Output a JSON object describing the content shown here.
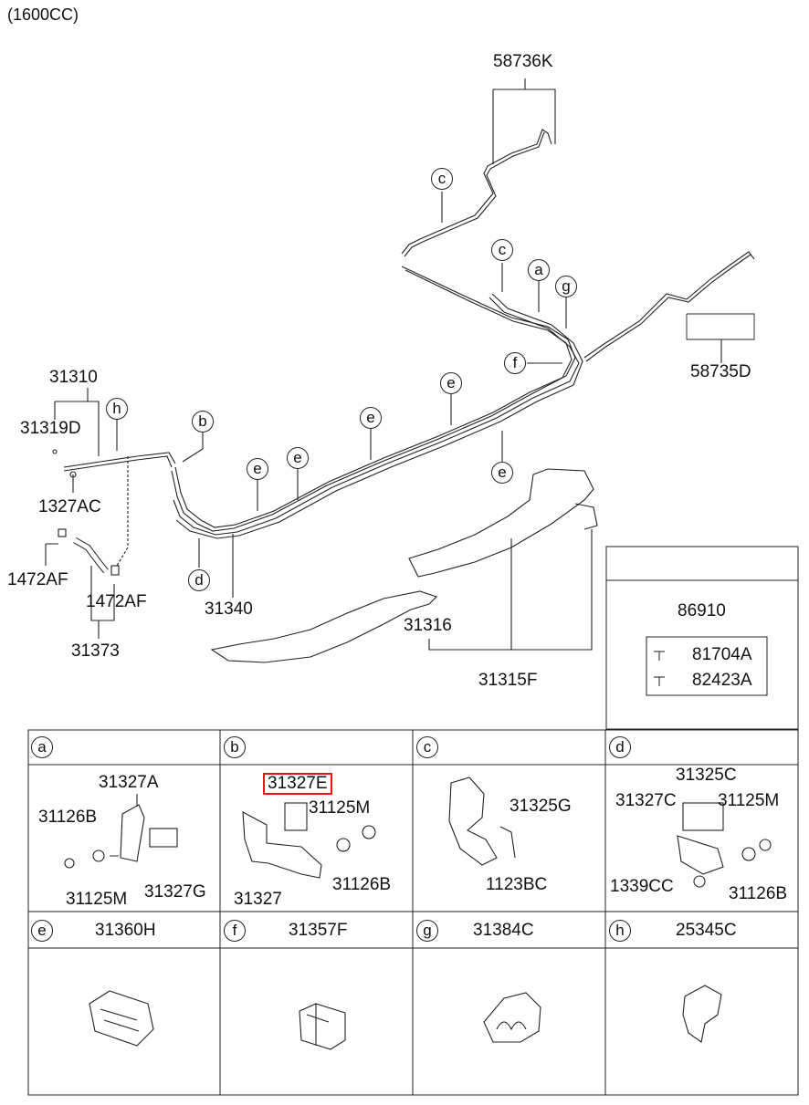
{
  "title": "(1600CC)",
  "parts": {
    "p58736K": "58736K",
    "p58735D": "58735D",
    "p31310": "31310",
    "p31319D": "31319D",
    "p1327AC": "1327AC",
    "p1472AF_1": "1472AF",
    "p1472AF_2": "1472AF",
    "p31373": "31373",
    "p31340": "31340",
    "p31316": "31316",
    "p31315F": "31315F",
    "p86910": "86910",
    "p81704A": "81704A",
    "p82423A": "82423A"
  },
  "callouts": {
    "c_top": "c",
    "c_mid": "c",
    "a": "a",
    "g": "g",
    "f": "f",
    "h": "h",
    "b": "b",
    "e1": "e",
    "e2": "e",
    "e3": "e",
    "e4": "e",
    "e5": "e",
    "d": "d"
  },
  "details": {
    "a": {
      "letter": "a",
      "labels": [
        "31327A",
        "31126B",
        "31125M",
        "31327G"
      ]
    },
    "b": {
      "letter": "b",
      "labels": [
        "31327E",
        "31125M",
        "31327",
        "31126B"
      ]
    },
    "c": {
      "letter": "c",
      "labels": [
        "31325G",
        "1123BC"
      ]
    },
    "d": {
      "letter": "d",
      "labels": [
        "31325C",
        "31327C",
        "31125M",
        "1339CC",
        "31126B"
      ]
    },
    "e": {
      "letter": "e",
      "part": "31360H"
    },
    "f": {
      "letter": "f",
      "part": "31357F"
    },
    "g": {
      "letter": "g",
      "part": "31384C"
    },
    "h": {
      "letter": "h",
      "part": "25345C"
    }
  },
  "colors": {
    "line": "#222222",
    "highlight": "#e11111"
  }
}
